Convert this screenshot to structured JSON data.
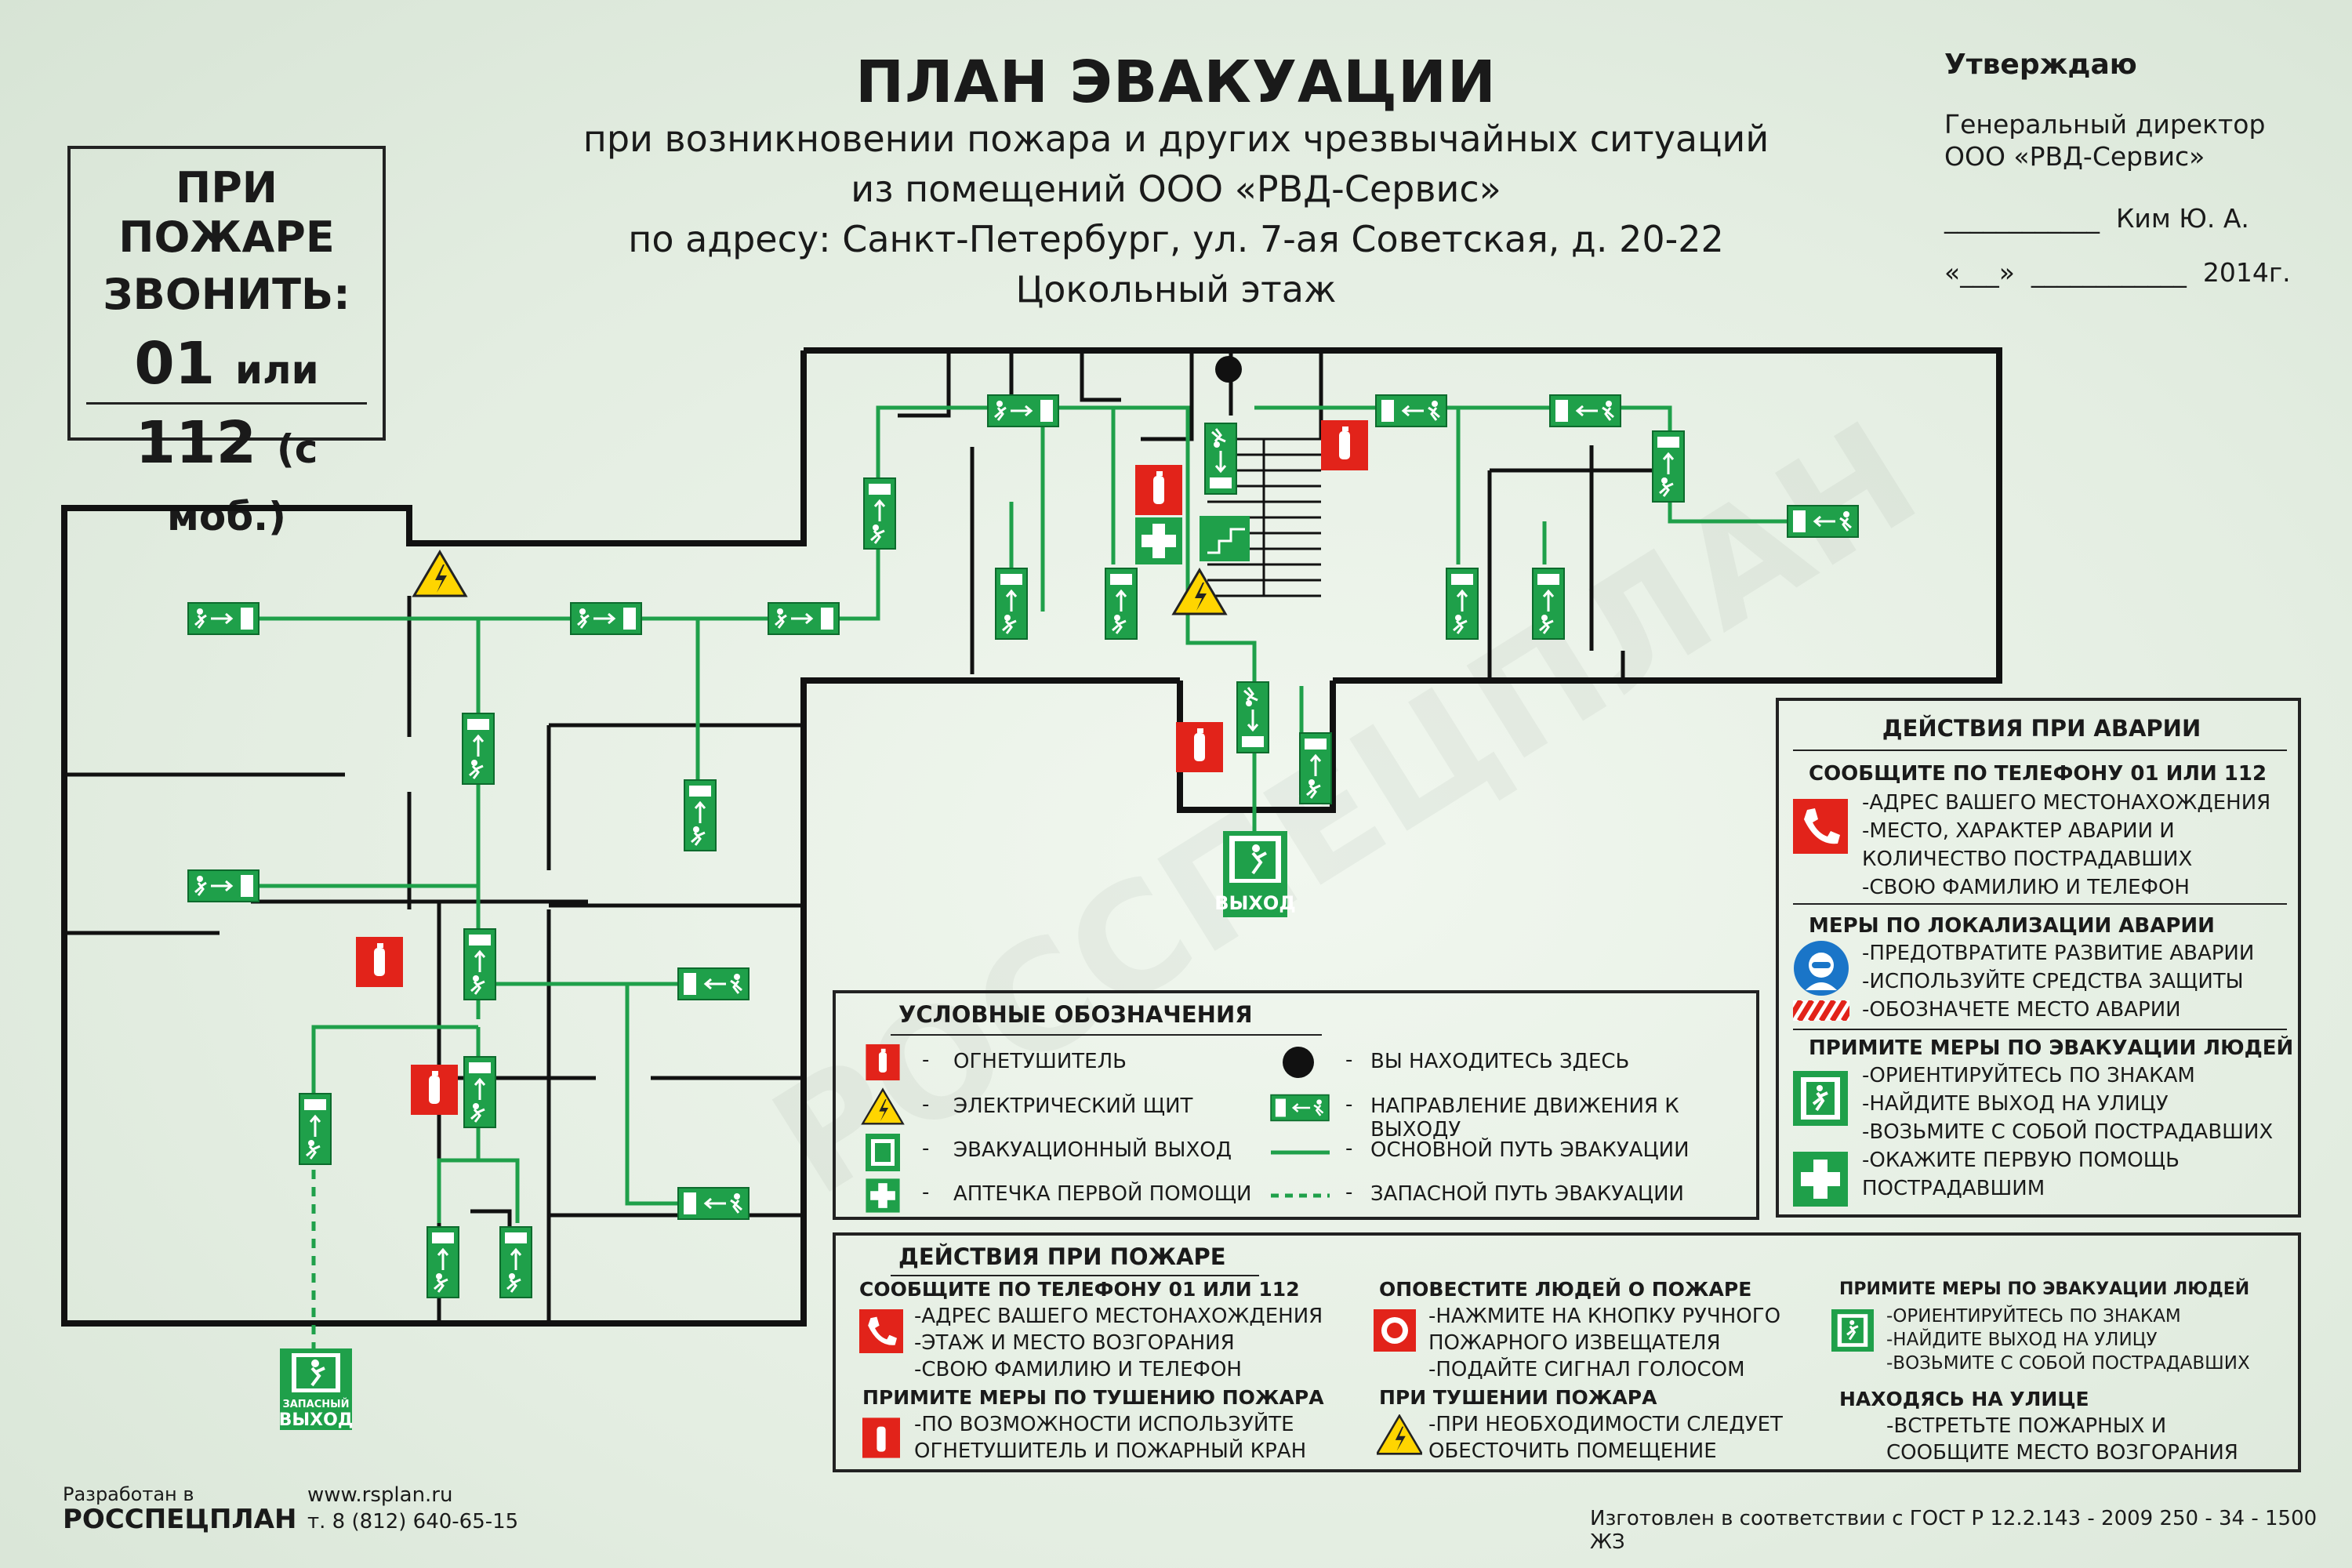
{
  "header": {
    "title": "ПЛАН ЭВАКУАЦИИ",
    "subtitle_lines": [
      "при возникновении пожара и других чрезвычайных ситуаций",
      "из помещений  ООО «РВД-Сервис»",
      "по адресу: Санкт-Петербург, ул. 7-ая Советская, д. 20-22",
      "Цокольный этаж"
    ]
  },
  "fire_call": {
    "line1": "ПРИ ПОЖАРЕ",
    "line2": "ЗВОНИТЬ:",
    "num1": "01",
    "or": "или",
    "num2": "112",
    "mobile": "(с моб.)"
  },
  "approval": {
    "heading": "Утверждаю",
    "role1": "Генеральный директор",
    "role2": "ООО «РВД-Сервис»",
    "sign_line": "____________",
    "name": "Ким Ю. А.",
    "date_prefix": "«___»",
    "date_blank": "____________",
    "year": "2014г."
  },
  "plan": {
    "exit_label": "ВЫХОД",
    "spare_exit_label1": "ЗАПАСНЫЙ",
    "spare_exit_label2": "ВЫХОД"
  },
  "legend": {
    "heading": "УСЛОВНЫЕ ОБОЗНАЧЕНИЯ",
    "dash": "-",
    "items_left": [
      "ОГНЕТУШИТЕЛЬ",
      "ЭЛЕКТРИЧЕСКИЙ ЩИТ",
      "ЭВАКУАЦИОННЫЙ ВЫХОД",
      "АПТЕЧКА ПЕРВОЙ ПОМОЩИ"
    ],
    "items_right": [
      "ВЫ НАХОДИТЕСЬ ЗДЕСЬ",
      "НАПРАВЛЕНИЕ ДВИЖЕНИЯ К ВЫХОДУ",
      "ОСНОВНОЙ ПУТЬ ЭВАКУАЦИИ",
      "ЗАПАСНОЙ ПУТЬ ЭВАКУАЦИИ"
    ]
  },
  "accident": {
    "heading": "ДЕЙСТВИЯ ПРИ АВАРИИ",
    "s1_title": "СООБЩИТЕ ПО ТЕЛЕФОНУ  01 ИЛИ 112",
    "s1_lines": [
      "-АДРЕС ВАШЕГО МЕСТОНАХОЖДЕНИЯ",
      "-МЕСТО, ХАРАКТЕР АВАРИИ И",
      " КОЛИЧЕСТВО ПОСТРАДАВШИХ",
      "-СВОЮ ФАМИЛИЮ И  ТЕЛЕФОН"
    ],
    "s2_title": "МЕРЫ ПО ЛОКАЛИЗАЦИИ АВАРИИ",
    "s2_lines": [
      "-ПРЕДОТВРАТИТЕ РАЗВИТИЕ АВАРИИ",
      "-ИСПОЛЬЗУЙТЕ СРЕДСТВА ЗАЩИТЫ",
      "-ОБОЗНАЧЕТЕ МЕСТО АВАРИИ"
    ],
    "s3_title": "ПРИМИТЕ МЕРЫ ПО ЭВАКУАЦИИ ЛЮДЕЙ",
    "s3_lines": [
      "-ОРИЕНТИРУЙТЕСЬ ПО ЗНАКАМ",
      "-НАЙДИТЕ ВЫХОД НА УЛИЦУ",
      "-ВОЗЬМИТЕ С СОБОЙ ПОСТРАДАВШИХ",
      "-ОКАЖИТЕ ПЕРВУЮ ПОМОЩЬ",
      " ПОСТРАДАВШИМ"
    ]
  },
  "fire": {
    "heading": "ДЕЙСТВИЯ ПРИ ПОЖАРЕ",
    "c1_title": "СООБЩИТЕ ПО ТЕЛЕФОНУ  01 ИЛИ 112",
    "c1_lines": [
      "-АДРЕС ВАШЕГО МЕСТОНАХОЖДЕНИЯ",
      "-ЭТАЖ И МЕСТО ВОЗГОРАНИЯ",
      "-СВОЮ ФАМИЛИЮ И  ТЕЛЕФОН"
    ],
    "c1b_title": "ПРИМИТЕ МЕРЫ ПО ТУШЕНИЮ ПОЖАРА",
    "c1b_lines": [
      "-ПО ВОЗМОЖНОСТИ ИСПОЛЬЗУЙТЕ",
      "  ОГНЕТУШИТЕЛЬ И ПОЖАРНЫЙ КРАН"
    ],
    "c2_title": "ОПОВЕСТИТЕ ЛЮДЕЙ О ПОЖАРЕ",
    "c2_lines": [
      "-НАЖМИТЕ НА КНОПКУ РУЧНОГО",
      "  ПОЖАРНОГО ИЗВЕЩАТЕЛЯ",
      "-ПОДАЙТЕ СИГНАЛ ГОЛОСОМ"
    ],
    "c2b_title": "ПРИ ТУШЕНИИ ПОЖАРА",
    "c2b_lines": [
      "-ПРИ НЕОБХОДИМОСТИ СЛЕДУЕТ",
      "  ОБЕСТОЧИТЬ ПОМЕЩЕНИЕ"
    ],
    "c3_title": "ПРИМИТЕ МЕРЫ ПО ЭВАКУАЦИИ ЛЮДЕЙ",
    "c3_lines": [
      "-ОРИЕНТИРУЙТЕСЬ ПО ЗНАКАМ",
      "-НАЙДИТЕ ВЫХОД НА УЛИЦУ",
      "-ВОЗЬМИТЕ С СОБОЙ ПОСТРАДАВШИХ"
    ],
    "c3b_title": "НАХОДЯСЬ НА УЛИЦЕ",
    "c3b_lines": [
      "-ВСТРЕТЬТЕ ПОЖАРНЫХ И",
      "  СООБЩИТЕ МЕСТО ВОЗГОРАНИЯ"
    ]
  },
  "footer": {
    "dev_label": "Разработан в",
    "dev_name": "РОССПЕЦПЛАН",
    "site": "www.rsplan.ru",
    "phone": "т. 8 (812) 640-65-15",
    "gost": "Изготовлен в соответствии с ГОСТ Р 12.2.143 - 2009 250 - 34 - 1500 ЖЗ"
  },
  "watermark": "РОССПЕЦПЛАН",
  "colors": {
    "green": "#1fa04a",
    "red": "#e2231a",
    "yellow": "#ffd500",
    "wall": "#111111"
  }
}
